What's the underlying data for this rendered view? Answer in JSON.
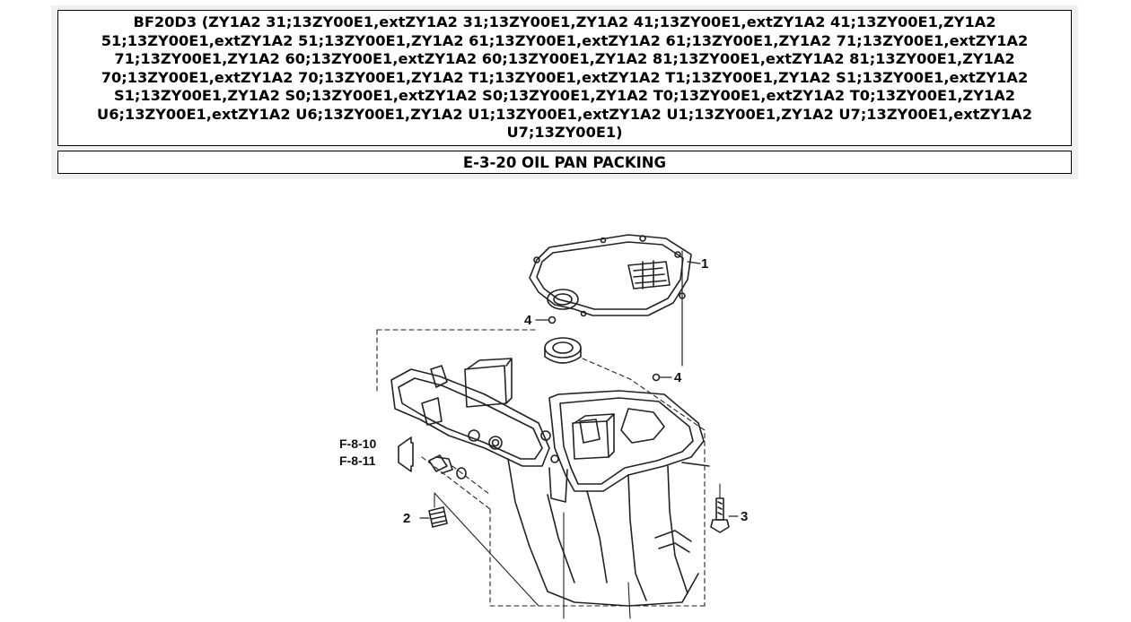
{
  "header": {
    "models": "BF20D3 (ZY1A2 31;13ZY00E1,extZY1A2 31;13ZY00E1,ZY1A2 41;13ZY00E1,extZY1A2 41;13ZY00E1,ZY1A2 51;13ZY00E1,extZY1A2 51;13ZY00E1,ZY1A2 61;13ZY00E1,extZY1A2 61;13ZY00E1,ZY1A2 71;13ZY00E1,extZY1A2 71;13ZY00E1,ZY1A2 60;13ZY00E1,extZY1A2 60;13ZY00E1,ZY1A2 81;13ZY00E1,extZY1A2 81;13ZY00E1,ZY1A2 70;13ZY00E1,extZY1A2 70;13ZY00E1,ZY1A2 T1;13ZY00E1,extZY1A2 T1;13ZY00E1,ZY1A2 S1;13ZY00E1,extZY1A2 S1;13ZY00E1,ZY1A2 S0;13ZY00E1,extZY1A2 S0;13ZY00E1,ZY1A2 T0;13ZY00E1,extZY1A2 T0;13ZY00E1,ZY1A2 U6;13ZY00E1,extZY1A2 U6;13ZY00E1,ZY1A2 U1;13ZY00E1,extZY1A2 U1;13ZY00E1,ZY1A2 U7;13ZY00E1,extZY1A2 U7;13ZY00E1)",
    "section_title": "E-3-20 OIL PAN PACKING"
  },
  "diagram": {
    "callouts": {
      "part_1": "1",
      "part_2": "2",
      "part_3": "3",
      "part_4_left": "4",
      "part_4_right": "4"
    },
    "references": {
      "ref_a": "F-8-10",
      "ref_b": "F-8-11"
    }
  }
}
